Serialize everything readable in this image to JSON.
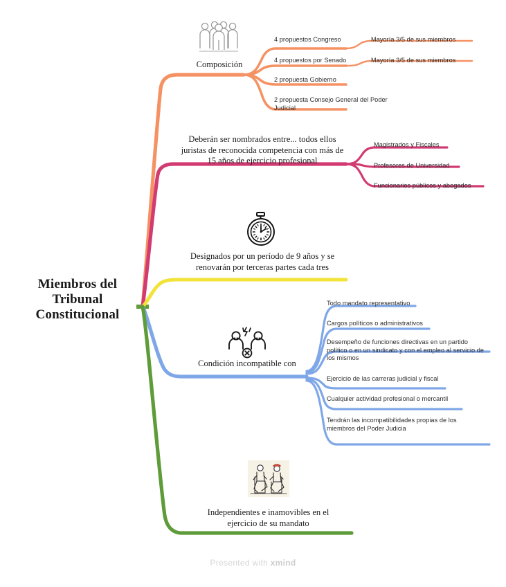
{
  "root": {
    "title": "Miembros del Tribunal Constitucional"
  },
  "footer": {
    "prefix": "Presented with ",
    "brand": "xmind"
  },
  "colors": {
    "orange": "#F59264",
    "pink": "#D23B72",
    "yellow": "#F2E33A",
    "blue": "#7FA7E8",
    "green": "#5E9B39"
  },
  "branches": [
    {
      "id": "composicion",
      "color": "#F59264",
      "icon": "group-of-people-icon",
      "label": "Composición",
      "children": [
        {
          "label": "4 propuestos Congreso",
          "children": [
            {
              "label": "Mayoría 3/5 de sus miembros"
            }
          ]
        },
        {
          "label": "4 propuestos por Senado",
          "children": [
            {
              "label": "Mayoría 3/5 de sus miembros"
            }
          ]
        },
        {
          "label": "2 propuesta Gobierno",
          "children": []
        },
        {
          "label": "2 propuesta Consejo General del Poder Judicial",
          "children": []
        }
      ]
    },
    {
      "id": "nombramiento",
      "color": "#D23B72",
      "icon": "",
      "label": "Deberán ser nombrados entre... todos ellos juristas de reconocida competencia con más de 15 años de ejercicio profesional",
      "children": [
        {
          "label": "Magistrados y Fiscales"
        },
        {
          "label": "Profesores de Universidad"
        },
        {
          "label": "Funcionarios públicos y abogados"
        }
      ]
    },
    {
      "id": "periodo",
      "color": "#F2E33A",
      "icon": "stopwatch-icon",
      "label": "Designados por un período de 9 años y se renovarán por terceras partes cada tres",
      "children": []
    },
    {
      "id": "incompatible",
      "color": "#7FA7E8",
      "icon": "conflict-people-icon",
      "label": "Condición incompatible con",
      "children": [
        {
          "label": "Todo mandato representativo"
        },
        {
          "label": "Cargos políticos o administrativos"
        },
        {
          "label": "Desempeño de funciones directivas en un partido político o en un sindicato y con el empleo al servicio de los mismos"
        },
        {
          "label": "Ejercicio de las carreras judicial y fiscal"
        },
        {
          "label": "Cualquier actividad profesional o mercantil"
        },
        {
          "label": "Tendrán las incompatibilidades propias de los miembros del Poder Judicia"
        }
      ]
    },
    {
      "id": "independientes",
      "color": "#5E9B39",
      "icon": "two-men-seated-sketch-icon",
      "label": "Independientes  e inamovibles en el ejercicio de su mandato",
      "children": []
    }
  ]
}
